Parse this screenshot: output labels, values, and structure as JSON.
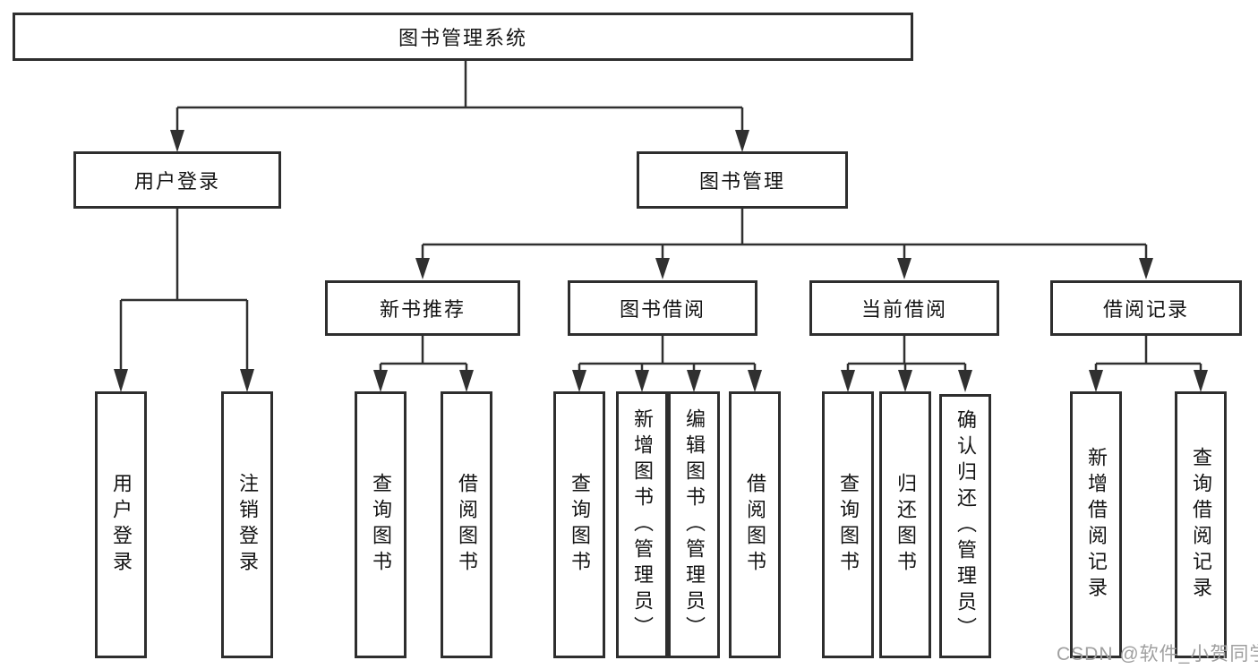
{
  "tree": {
    "label": "图书管理系统",
    "children": [
      {
        "label": "用户登录",
        "children": [
          {
            "label": "用户登录"
          },
          {
            "label": "注销登录"
          }
        ]
      },
      {
        "label": "图书管理",
        "children": [
          {
            "label": "新书推荐",
            "children": [
              {
                "label": "查询图书"
              },
              {
                "label": "借阅图书"
              }
            ]
          },
          {
            "label": "图书借阅",
            "children": [
              {
                "label": "查询图书"
              },
              {
                "label": "新增图书（管理员）"
              },
              {
                "label": "编辑图书（管理员）"
              },
              {
                "label": "借阅图书"
              }
            ]
          },
          {
            "label": "当前借阅",
            "children": [
              {
                "label": "查询图书"
              },
              {
                "label": "归还图书"
              },
              {
                "label": "确认归还（管理员）"
              }
            ]
          },
          {
            "label": "借阅记录",
            "children": [
              {
                "label": "新增借阅记录"
              },
              {
                "label": "查询借阅记录"
              }
            ]
          }
        ]
      }
    ]
  },
  "watermark": {
    "text": "CSDN @软件_小贺同学"
  },
  "colors": {
    "line": "#303030",
    "box_border": "#2e2e2e",
    "text": "#141414",
    "watermark": "#9f9f9f",
    "background": "#ffffff"
  }
}
